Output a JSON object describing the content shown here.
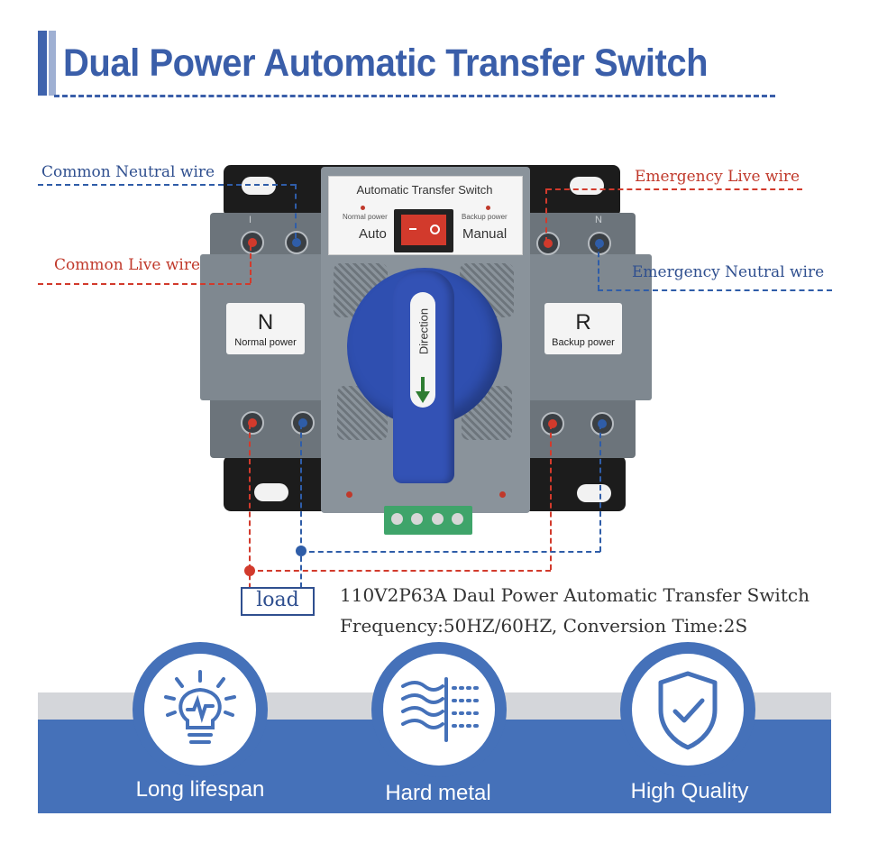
{
  "title": "Dual Power Automatic Transfer Switch",
  "wire_labels": {
    "common_neutral": "Common Neutral wire",
    "common_live": "Common Live wire",
    "emergency_live": "Emergency Live wire",
    "emergency_neutral": "Emergency Neutral wire"
  },
  "device": {
    "panel_title": "Automatic Transfer Switch",
    "normal_power_small": "Normal power",
    "backup_power_small": "Backup power",
    "auto": "Auto",
    "manual": "Manual",
    "left_letter": "N",
    "left_sub": "Normal power",
    "right_letter": "R",
    "right_sub": "Backup power",
    "handle_text": "Direction",
    "terminal_left_top": "I",
    "terminal_right_top": "N"
  },
  "load_label": "load",
  "spec_line1": "110V2P63A Daul Power Automatic Transfer Switch",
  "spec_line2": "Frequency:50HZ/60HZ, Conversion Time:2S",
  "features": [
    {
      "label": "Long lifespan",
      "icon": "lightbulb-icon"
    },
    {
      "label": "Hard metal",
      "icon": "wind-metal-icon"
    },
    {
      "label": "High Quality",
      "icon": "shield-check-icon"
    }
  ],
  "colors": {
    "title_blue": "#3a5ea9",
    "band_blue": "#4571b9",
    "wire_red": "#d23a2c",
    "wire_blue": "#2f5da8",
    "handle_blue": "#2f4fb0"
  }
}
